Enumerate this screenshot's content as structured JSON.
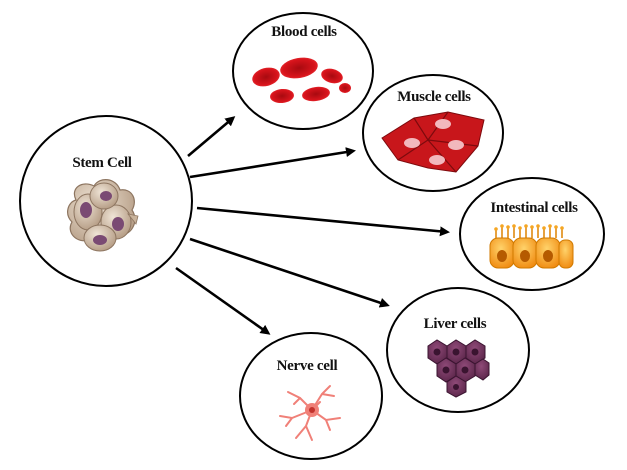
{
  "stem": {
    "label": "Stem Cell"
  },
  "targets": [
    {
      "key": "blood",
      "label": "Blood cells"
    },
    {
      "key": "muscle",
      "label": "Muscle cells"
    },
    {
      "key": "intestinal",
      "label": "Intestinal cells"
    },
    {
      "key": "liver",
      "label": "Liver cells"
    },
    {
      "key": "nerve",
      "label": "Nerve cell"
    }
  ],
  "colors": {
    "stem_cell": "#c9b39b",
    "stem_nucleus": "#7a4a73",
    "blood": "#d8141c",
    "muscle": "#c8161b",
    "muscle_nucleus": "#f2b8bd",
    "intestinal": "#f5a623",
    "intestinal_nucleus": "#b55a00",
    "liver": "#6b3158",
    "liver_nucleus": "#3a1430",
    "nerve": "#f08078",
    "nerve_nucleus": "#c2322c"
  }
}
